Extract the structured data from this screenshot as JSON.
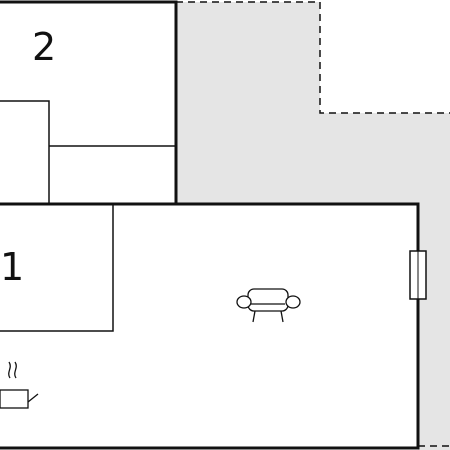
{
  "floorplan": {
    "rooms": [
      {
        "id": "room-2",
        "label": "2"
      },
      {
        "id": "room-1",
        "label": "1"
      }
    ],
    "icons": [
      "sofa-icon",
      "stove-icon",
      "window-icon"
    ],
    "colors": {
      "wall": "#111111",
      "outdoor_fill": "#e5e5e5",
      "background": "#ffffff"
    }
  }
}
